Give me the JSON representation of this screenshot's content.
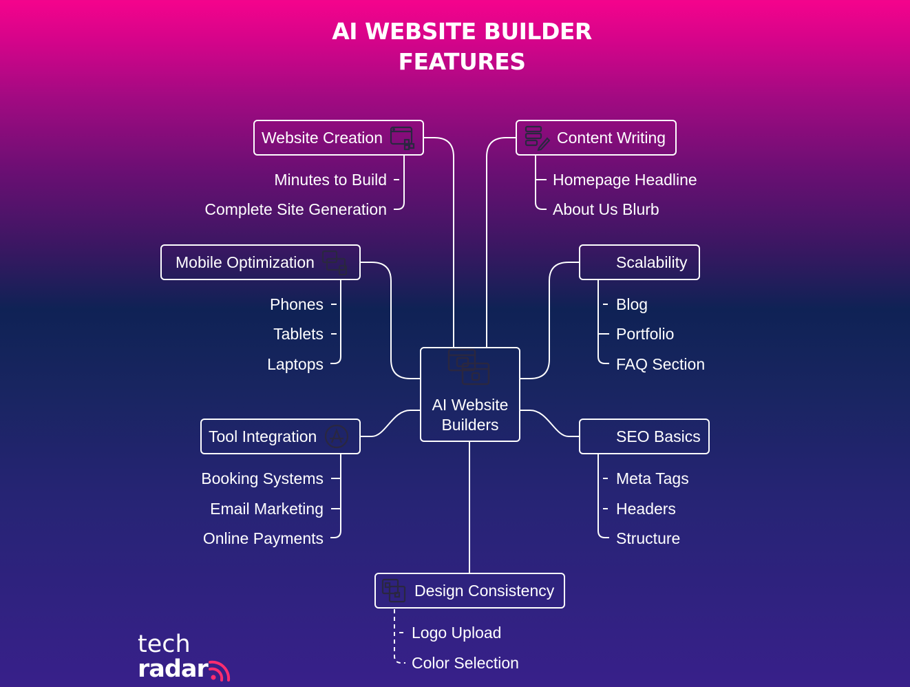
{
  "title": {
    "line1": "AI WEBSITE BUILDER",
    "line2": "FEATURES"
  },
  "hub": {
    "line1": "AI Website",
    "line2": "Builders",
    "icon": "windows-stack-icon"
  },
  "branches": {
    "website_creation": {
      "label": "Website Creation",
      "icon": "browser-window-icon",
      "items": [
        "Minutes to Build",
        "Complete Site Generation"
      ]
    },
    "content_writing": {
      "label": "Content Writing",
      "icon": "document-pen-icon",
      "items": [
        "Homepage Headline",
        "About Us Blurb"
      ]
    },
    "mobile_optimization": {
      "label": "Mobile Optimization",
      "icon": "devices-icon",
      "items": [
        "Phones",
        "Tablets",
        "Laptops"
      ]
    },
    "scalability": {
      "label": "Scalability",
      "items": [
        "Blog",
        "Portfolio",
        "FAQ Section"
      ]
    },
    "tool_integration": {
      "label": "Tool Integration",
      "icon": "app-store-icon",
      "items": [
        "Booking Systems",
        "Email Marketing",
        "Online Payments"
      ]
    },
    "seo_basics": {
      "label": "SEO Basics",
      "items": [
        "Meta Tags",
        "Headers",
        "Structure"
      ]
    },
    "design_consistency": {
      "label": "Design Consistency",
      "icon": "layout-blocks-icon",
      "items": [
        "Logo Upload",
        "Color Selection"
      ]
    }
  },
  "logo": {
    "line1": "tech",
    "line2": "radar"
  },
  "colors": {
    "line": "#ffffff",
    "gradient_top": "#f5038c",
    "gradient_mid": "#0f2255",
    "gradient_bottom": "#38208a",
    "icon": "#2a2740",
    "logo_accent": "#ff2d6f"
  }
}
